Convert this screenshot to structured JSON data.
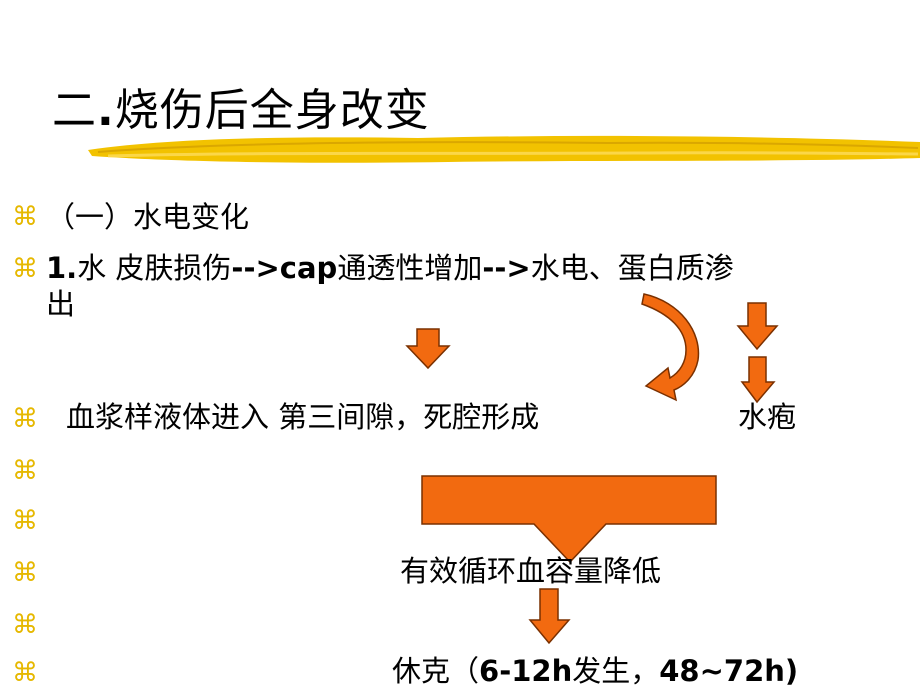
{
  "slide": {
    "title_prefix": "二",
    "title_dot": ".",
    "title_main": "烧伤后全身改变",
    "bullet_icon": "command-key-icon",
    "line1": "（一）水电变化",
    "line2_num": "1.",
    "line2_a": "水 皮肤损伤",
    "line2_arrow1": "-->",
    "line2_cap": "cap",
    "line2_b": "通透性增加",
    "line2_arrow2": "-->",
    "line2_c": "水电、蛋白质渗",
    "line2_d": "出",
    "line3": "血浆样液体进入 第三间隙，死腔形成",
    "line3_right": "水疱",
    "line6": "有效循环血容量降低",
    "line8_a": "休克（",
    "line8_b": "6-12h",
    "line8_c": "发生，",
    "line8_d": "48~72h)",
    "colors": {
      "arrow_fill": "#f26a10",
      "arrow_stroke": "#7a3000",
      "bullet": "#e6b800",
      "brush": "#f2c200"
    }
  }
}
